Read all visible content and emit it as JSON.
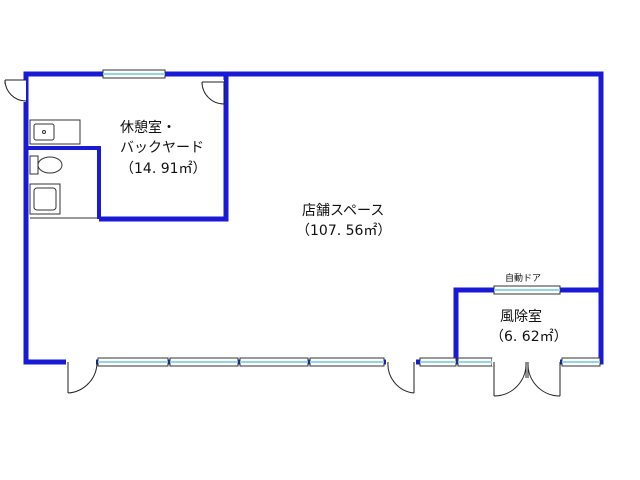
{
  "colors": {
    "wall": "#1a1ad6",
    "fixture": "#333333",
    "glass": "#8fd6e6",
    "door": "#222222"
  },
  "rooms": {
    "break_room": {
      "name_line1": "休憩室・",
      "name_line2": "バックヤード",
      "area": "（14. 91㎡）"
    },
    "store": {
      "name": "店舗スペース",
      "area": "（107. 56㎡）"
    },
    "vestibule": {
      "name": "風除室",
      "area": "（6. 62㎡）"
    }
  },
  "labels": {
    "auto_door": "自動ドア"
  },
  "icons": [
    "sink-icon",
    "toilet-icon",
    "bathtub-icon",
    "door-swing-icon",
    "window-icon"
  ]
}
